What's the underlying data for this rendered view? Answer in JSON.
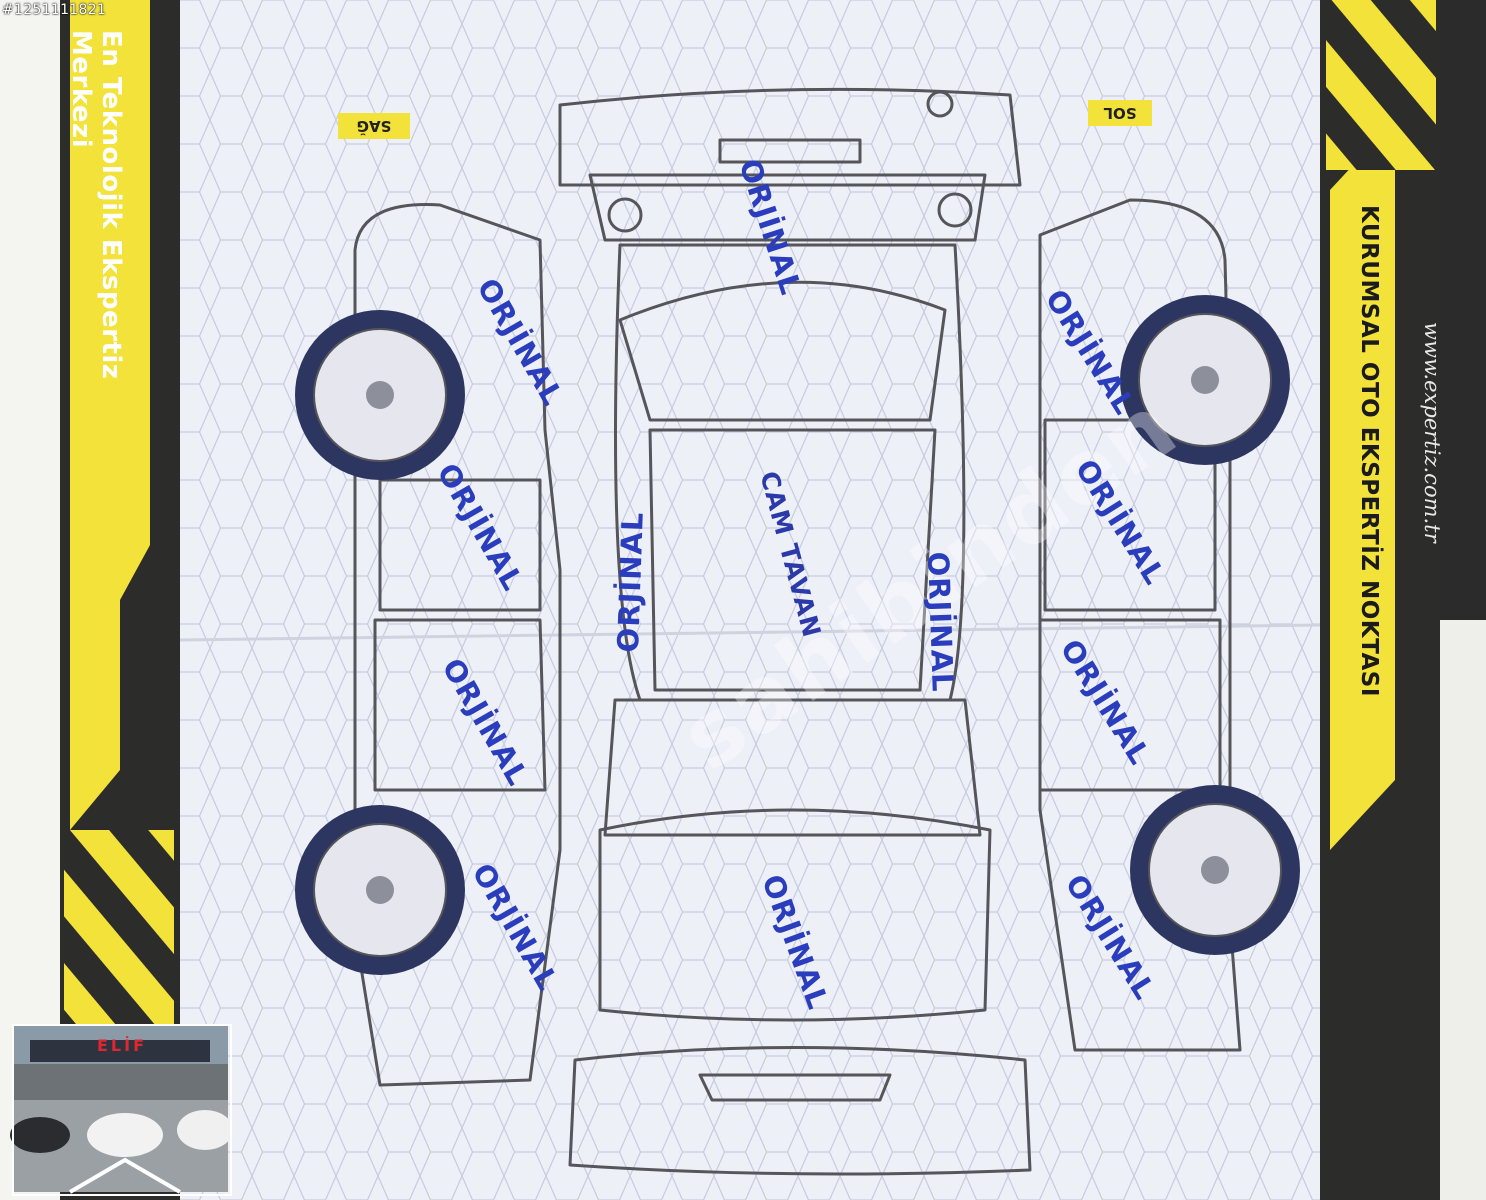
{
  "photo": {
    "listing_id": "#1251111821"
  },
  "report": {
    "slogan": "En Teknolojik Ekspertiz Merkezi",
    "brand_line": "KURUMSAL OTO EKSPERTİZ NOKTASI",
    "website": "www.expertiz.com.tr",
    "side_right_label": "SAĞ",
    "side_left_label": "SOL",
    "part_status": "ORJİNAL",
    "roof_note": "CAM TAVAN"
  },
  "dealer": {
    "sign_text": "ELİF"
  },
  "colors": {
    "stamp_ink": "#2a3dbd",
    "band_yellow": "#f2e23a",
    "band_dark": "#2c2c2a",
    "paper": "#eef0f8"
  }
}
